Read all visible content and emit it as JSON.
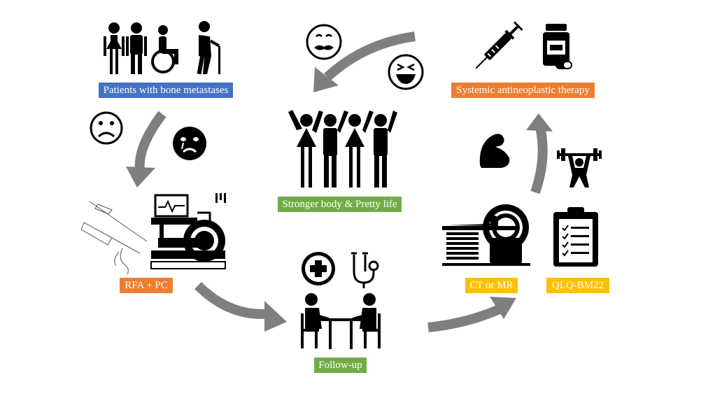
{
  "labels": {
    "patients": "Patients with bone metastases",
    "systemic": "Systemic antineoplastic therapy",
    "stronger": "Stronger body & Pretty life",
    "rfa_pc": "RFA + PC",
    "ct_mr": "CT or MR",
    "qlq": "QLQ-BM22",
    "followup": "Follow-up"
  },
  "colors": {
    "blue": "#4472C4",
    "orange": "#ED7D31",
    "green": "#70AD47",
    "yellow": "#FFC000",
    "arrow": "#7F7F7F",
    "icon": "#000000"
  },
  "icons": [
    "people-group-icon",
    "sad-face-icon",
    "crying-face-icon",
    "mustache-face-icon",
    "laughing-face-icon",
    "syringe-icon",
    "pill-bottle-icon",
    "capsule-icon",
    "celebrating-people-icon",
    "ablation-machine-icon",
    "needle-sketch-icon",
    "muscle-arm-icon",
    "weightlifter-icon",
    "ct-scanner-icon",
    "clipboard-checklist-icon",
    "medical-cross-icon",
    "stethoscope-icon",
    "consultation-table-icon"
  ]
}
